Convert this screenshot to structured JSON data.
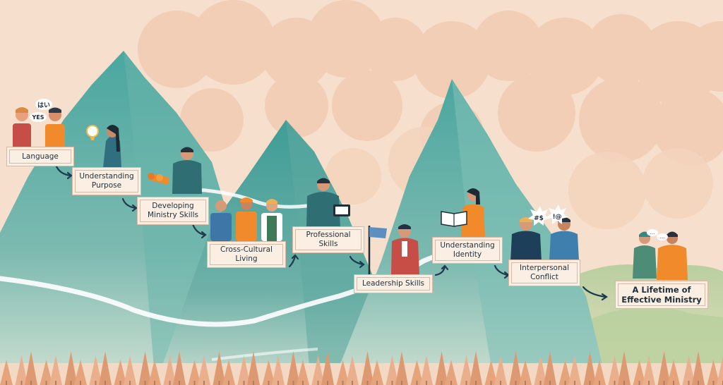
{
  "steps": [
    {
      "label": "Language"
    },
    {
      "label": "Understanding\nPurpose"
    },
    {
      "label": "Developing\nMinistry Skills"
    },
    {
      "label": "Cross-Cultural\nLiving"
    },
    {
      "label": "Professional\nSkills"
    },
    {
      "label": "Leadership Skills"
    },
    {
      "label": "Understanding\nIdentity"
    },
    {
      "label": "Interpersonal\nConflict"
    },
    {
      "label": "A Lifetime of\nEffective Ministry"
    }
  ],
  "bubbles": {
    "language_a": "はい",
    "language_b": "YES",
    "conflict_a": "#$",
    "conflict_b": "!@",
    "final_a": "...",
    "final_b": "..."
  },
  "colors": {
    "sky": "#f6dfcc",
    "cloud": "#f2cdb4",
    "mountain": "#4fa9a2",
    "mountain_dark": "#3b8f8a",
    "hill": "#9bbf8f",
    "tree": "#e5a47c",
    "label_bg": "#fbefe4",
    "label_border": "#d9b9a5",
    "arrow": "#1d3b4f"
  }
}
